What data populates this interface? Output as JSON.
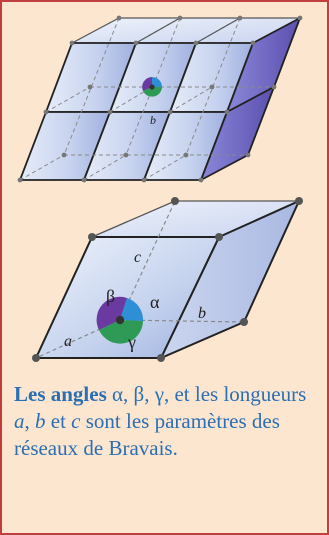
{
  "top_lattice": {
    "label_b": "b"
  },
  "bottom_cell": {
    "label_a": "a",
    "label_b": "b",
    "label_c": "c",
    "label_alpha": "α",
    "label_beta": "β",
    "label_gamma": "γ",
    "angle_colors": {
      "alpha": "#2f8fd6",
      "beta": "#6a3aa0",
      "gamma": "#2f9a55"
    }
  },
  "caption": {
    "bold": "Les angles",
    "t1": " α, β, γ, et les longueurs ",
    "a": "a",
    "t2": ", ",
    "b": "b",
    "t3": " et ",
    "c": "c",
    "t4": " sont les paramètres des réseaux de Bravais."
  },
  "colors": {
    "frame": "#c04040",
    "background": "#fde6cf",
    "caption_text": "#2a6fb3"
  }
}
